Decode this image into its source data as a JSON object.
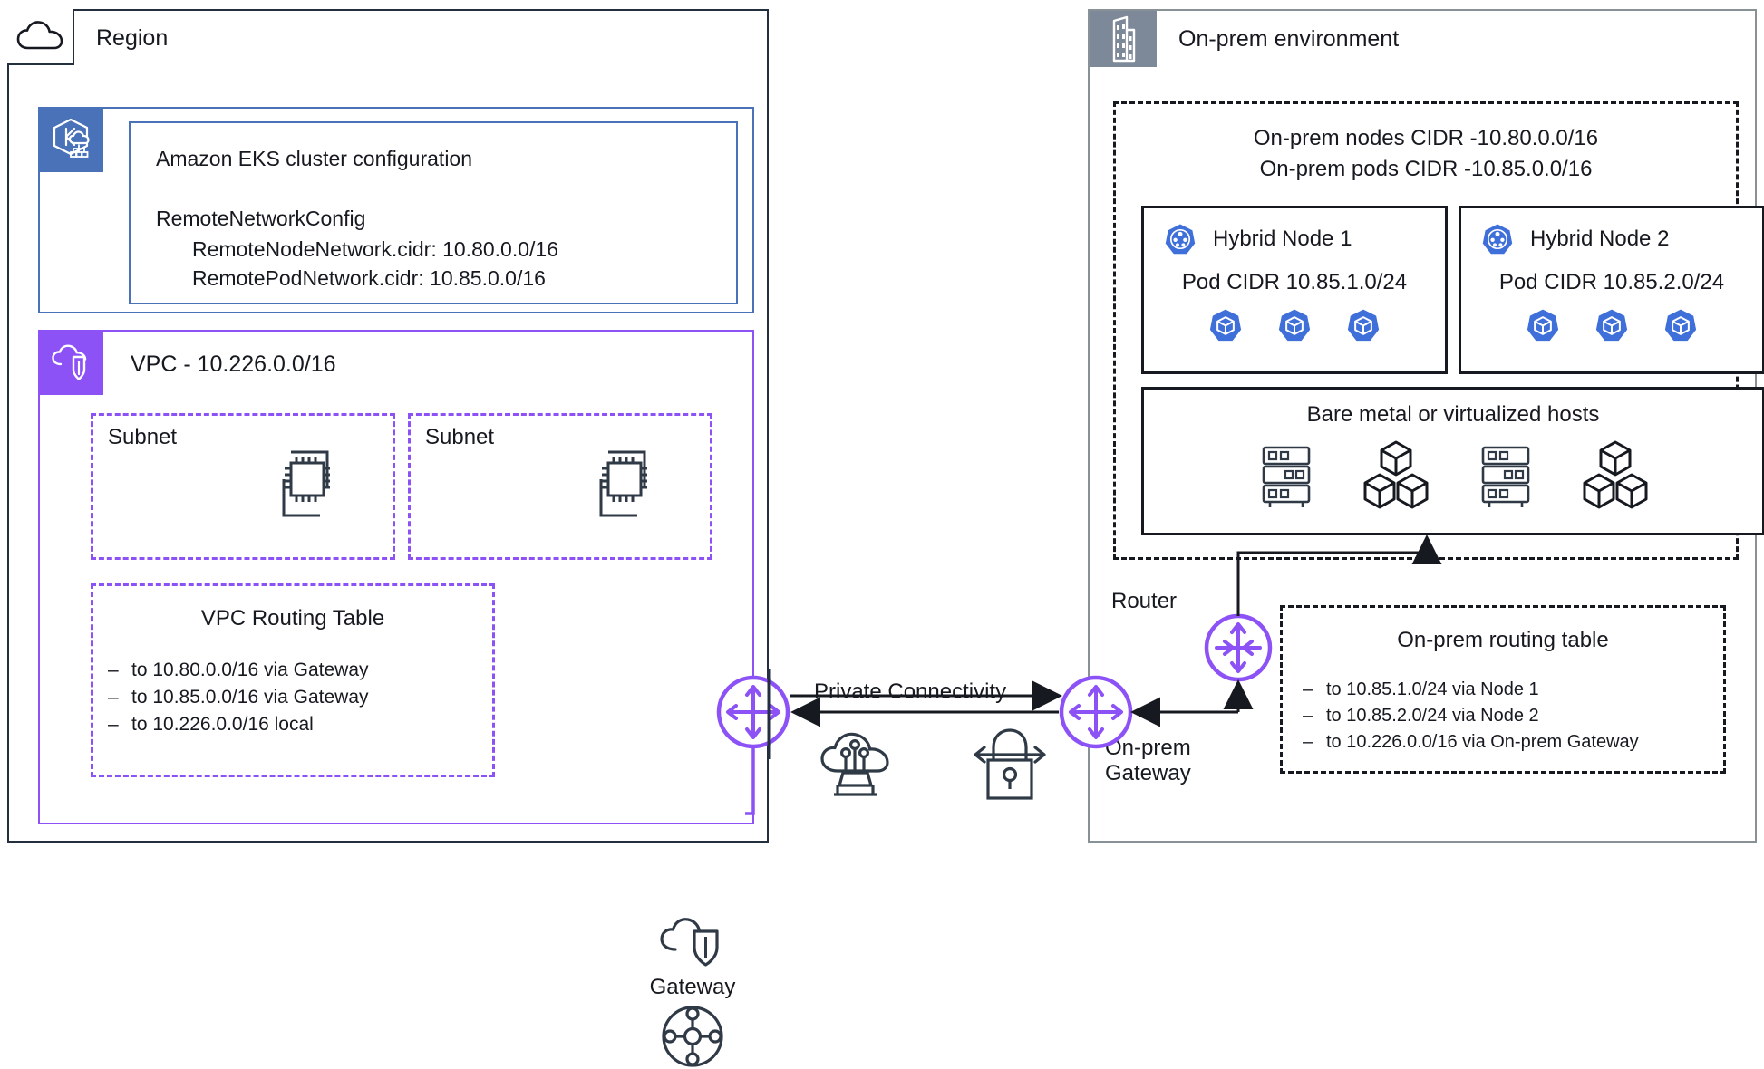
{
  "region": {
    "title": "Region",
    "icon": "cloud-region-icon",
    "eks": {
      "icon": "amazon-eks-icon",
      "title": "Amazon EKS cluster configuration",
      "config_key": "RemoteNetworkConfig",
      "config_lines": [
        "RemoteNodeNetwork.cidr: 10.80.0.0/16",
        "RemotePodNetwork.cidr: 10.85.0.0/16"
      ]
    },
    "vpc": {
      "icon": "vpc-shield-icon",
      "title": "VPC - 10.226.0.0/16",
      "subnets": [
        {
          "label": "Subnet",
          "icon": "ec2-instances-icon"
        },
        {
          "label": "Subnet",
          "icon": "ec2-instances-icon"
        }
      ],
      "routing_table": {
        "title": "VPC Routing Table",
        "routes": [
          "to 10.80.0.0/16 via Gateway",
          "to 10.85.0.0/16 via Gateway",
          "to 10.226.0.0/16 local"
        ]
      },
      "gateway": {
        "label": "Gateway",
        "top_icon": "cloud-shield-icon",
        "bottom_icon": "transit-gateway-mesh-icon",
        "connector_icon": "four-way-arrow-icon"
      }
    }
  },
  "center": {
    "label": "Private Connectivity",
    "icons": [
      "direct-connect-cloud-icon",
      "vpn-lock-icon"
    ]
  },
  "onprem": {
    "title": "On-prem environment",
    "icon": "building-icon",
    "cidr_lines": [
      "On-prem nodes CIDR -10.80.0.0/16",
      "On-prem pods CIDR -10.85.0.0/16"
    ],
    "nodes": [
      {
        "name": "Hybrid Node 1",
        "cidr": "Pod CIDR 10.85.1.0/24",
        "icon": "kubernetes-node-icon",
        "pod_icon": "kubernetes-pod-icon",
        "pod_count": 3
      },
      {
        "name": "Hybrid Node 2",
        "cidr": "Pod CIDR 10.85.2.0/24",
        "icon": "kubernetes-node-icon",
        "pod_icon": "kubernetes-pod-icon",
        "pod_count": 3
      }
    ],
    "hosts": {
      "title": "Bare metal or virtualized hosts",
      "icons": [
        "server-rack-icon",
        "containers-cubes-icon",
        "server-rack-icon",
        "containers-cubes-icon"
      ]
    },
    "router": {
      "label": "Router",
      "icon": "router-arrows-icon"
    },
    "gateway": {
      "label": "On-prem\nGateway",
      "icon": "four-way-arrow-icon"
    },
    "routing_table": {
      "title": "On-prem routing table",
      "routes": [
        "to 10.85.1.0/24 via Node 1",
        "to 10.85.2.0/24 via Node 2",
        "to 10.226.0.0/16 via On-prem Gateway"
      ]
    }
  },
  "colors": {
    "aws_dark": "#232f3e",
    "eks_blue": "#4a72b8",
    "vpc_purple": "#8c52f5",
    "onprem_gray": "#7d8998",
    "k8s_blue": "#3f6fd8"
  }
}
